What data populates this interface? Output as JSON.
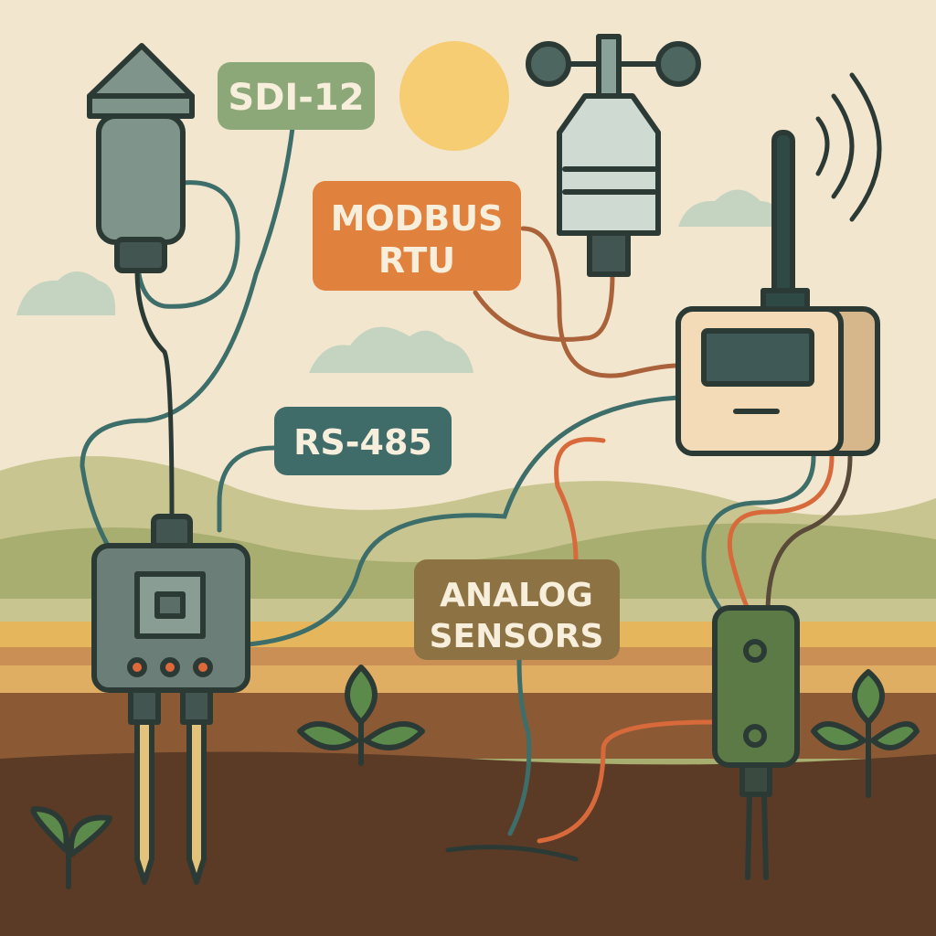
{
  "labels": {
    "sdi12": "SDI-12",
    "modbus_line1": "MODBUS",
    "modbus_line2": "RTU",
    "rs485": "RS-485",
    "analog_line1": "ANALOG",
    "analog_line2": "SENSORS"
  },
  "colors": {
    "sky": "#f3e6cf",
    "sun": "#f6cd72",
    "sdi12_label": "#8da878",
    "modbus_label": "#e0813e",
    "rs485_label": "#3f6b68",
    "analog_label": "#8d7244",
    "wire_teal": "#3d6e6a",
    "wire_orange": "#d8693a",
    "wire_brown": "#a9623a",
    "wire_dark": "#2c3a36",
    "soil": "#5b3a26"
  }
}
